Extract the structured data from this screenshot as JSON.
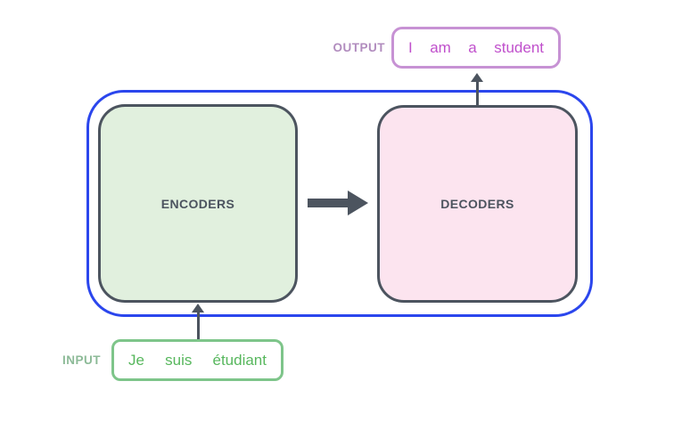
{
  "encoders": {
    "label": "ENCODERS"
  },
  "decoders": {
    "label": "DECODERS"
  },
  "output": {
    "label": "OUTPUT",
    "tokens": [
      "I",
      "am",
      "a",
      "student"
    ]
  },
  "input": {
    "label": "INPUT",
    "tokens": [
      "Je",
      "suis",
      "étudiant"
    ]
  },
  "icons": {
    "encoders_to_decoders": "arrow-right-icon",
    "input_to_encoders": "arrow-up-icon",
    "decoders_to_output": "arrow-up-icon"
  },
  "colors": {
    "outer_container_border": "#2b46ed",
    "stack_border_and_text": "#4c545f",
    "encoders_fill": "#e1f0de",
    "decoders_fill": "#fce4ef",
    "arrow": "#4c545f",
    "output_box_border": "#c792d4",
    "output_text": "#c050cc",
    "output_label": "#b18cbe",
    "input_box_border": "#7ec58a",
    "input_text": "#57b75d",
    "input_label": "#8cba97",
    "background": "#ffffff"
  }
}
